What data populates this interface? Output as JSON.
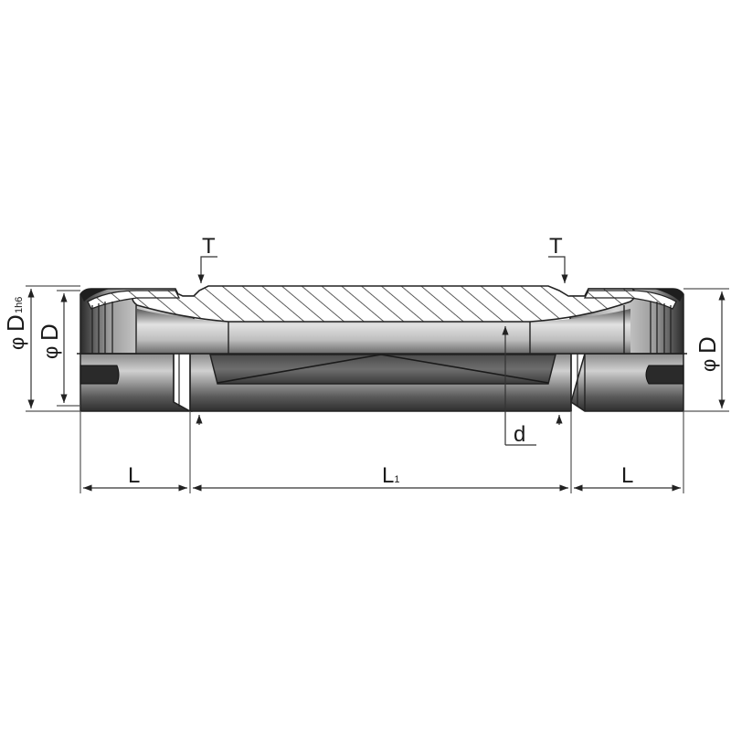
{
  "diagram": {
    "type": "technical-drawing",
    "subject": "double-ended collet chuck extension (sectional side view)",
    "labels": {
      "t_left": "T",
      "t_right": "T",
      "phi_d1h6_phi": "φ",
      "phi_d1h6_main": "D",
      "phi_d1h6_sub": "1h6",
      "phi_d_left_phi": "φ",
      "phi_d_left_main": "D",
      "phi_d_right_phi": "φ",
      "phi_d_right_main": "D",
      "d": "d",
      "l_left": "L",
      "l1_main": "L",
      "l1_sub": "1",
      "l_right": "L"
    },
    "colors": {
      "line": "#2a2a2a",
      "dim_line": "#555555",
      "body_dark": "#3a3a3a",
      "body_mid": "#8a8a8a",
      "body_light": "#d8d8d8",
      "hatch": "#333333",
      "background": "#ffffff"
    }
  }
}
